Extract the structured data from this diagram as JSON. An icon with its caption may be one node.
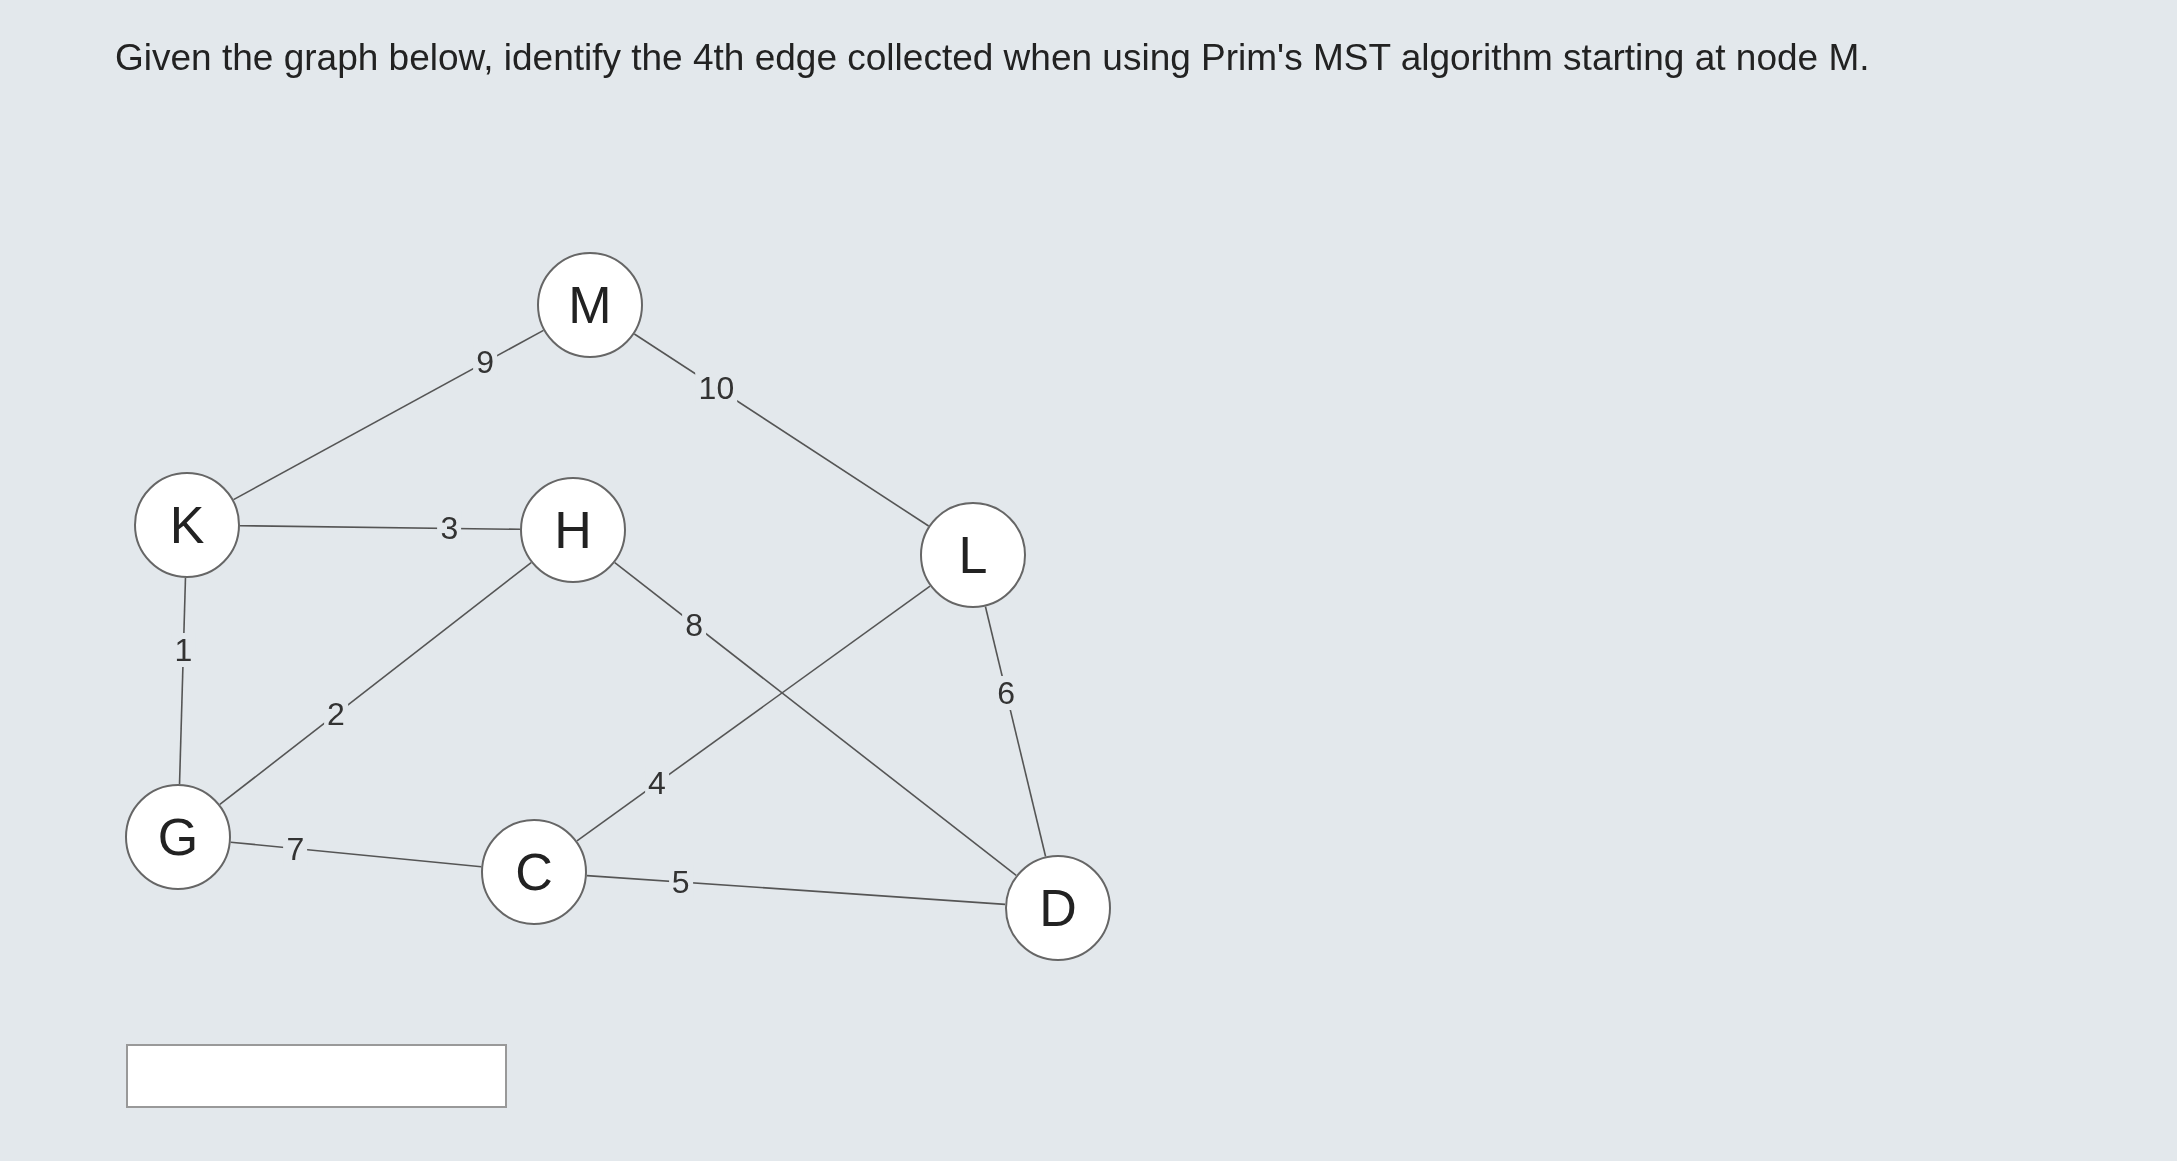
{
  "diagram": {
    "title": "Given the graph below, identify the 4th edge collected when using Prim's MST algorithm starting at node M.",
    "nodes": [
      {
        "text": [
          "M"
        ]
      },
      {
        "text": [
          "K"
        ]
      },
      {
        "text": [
          "H"
        ]
      },
      {
        "text": [
          "L"
        ]
      },
      {
        "text": [
          "G"
        ]
      },
      {
        "text": [
          "C"
        ]
      },
      {
        "text": [
          "D"
        ]
      }
    ],
    "edges": [
      {
        "from": 1,
        "to": 0,
        "arrow": "none",
        "label": "9"
      },
      {
        "from": 0,
        "to": 3,
        "arrow": "none",
        "label": "10"
      },
      {
        "from": 1,
        "to": 2,
        "arrow": "none",
        "label": "3"
      },
      {
        "from": 1,
        "to": 4,
        "arrow": "none",
        "label": "1"
      },
      {
        "from": 2,
        "to": 4,
        "arrow": "none",
        "label": "2"
      },
      {
        "from": 2,
        "to": 6,
        "arrow": "none",
        "label": "8"
      },
      {
        "from": 3,
        "to": 5,
        "arrow": "none",
        "label": "4"
      },
      {
        "from": 3,
        "to": 6,
        "arrow": "none",
        "label": "6"
      },
      {
        "from": 4,
        "to": 5,
        "arrow": "none",
        "label": "7"
      },
      {
        "from": 5,
        "to": 6,
        "arrow": "none",
        "label": "5"
      }
    ]
  }
}
